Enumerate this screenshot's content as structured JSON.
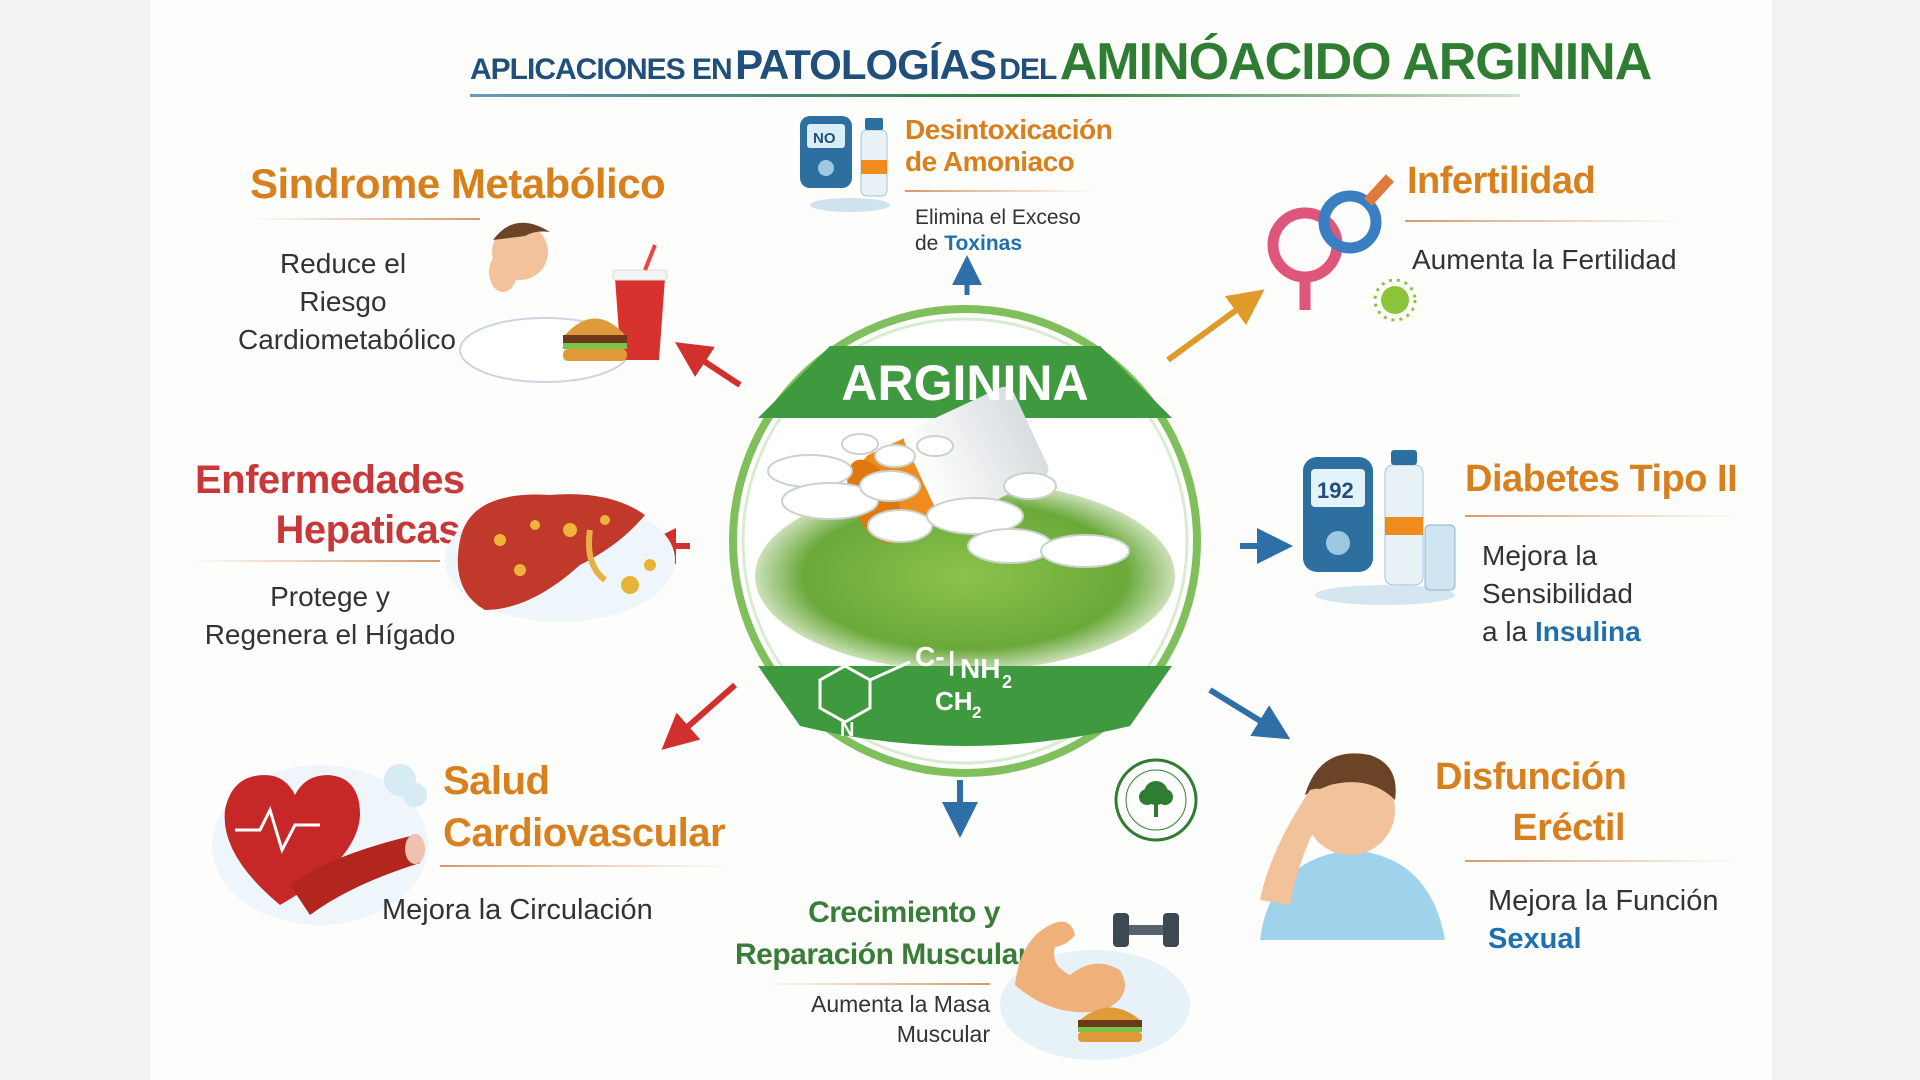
{
  "title": {
    "part1": "APLICACIONES EN",
    "part2": "PATOLOGÍAS",
    "part3": "DEL",
    "part4": "AMINÓACIDO ARGININA"
  },
  "center": {
    "label": "ARGININA",
    "formula": {
      "group": "C-",
      "bond": "|",
      "amine": "NH",
      "amine_sub": "2",
      "chain": "CH",
      "chain_sub": "2",
      "ring_atom": "N"
    }
  },
  "panels": {
    "detox": {
      "title_line1": "Desintoxicación",
      "title_line2": "de Amoniaco",
      "desc_line1": "Elimina el Exceso",
      "desc_line2_prefix": "de",
      "desc_line2_highlight": "Toxinas",
      "device_label": "NO"
    },
    "infertility": {
      "title": "Infertilidad",
      "desc": "Aumenta la Fertilidad"
    },
    "metabolic": {
      "title": "Sindrome Metabólico",
      "desc_line1": "Reduce el",
      "desc_line2": "Riesgo",
      "desc_line3": "Cardiometabólico"
    },
    "liver": {
      "title_line1": "Enfermedades",
      "title_line2": "Hepaticas",
      "desc_line1": "Protege y",
      "desc_line2": "Regenera el Hígado"
    },
    "diabetes": {
      "title": "Diabetes Tipo II",
      "desc_line1": "Mejora la",
      "desc_line2": "Sensibilidad",
      "desc_line3_prefix": "a la",
      "desc_line3_highlight": "Insulina",
      "meter_value": "192"
    },
    "cardio": {
      "title_line1": "Salud",
      "title_line2": "Cardiovascular",
      "desc": "Mejora la Circulación"
    },
    "muscle": {
      "title_line1": "Crecimiento y",
      "title_line2": "Reparación Muscular",
      "desc_line1": "Aumenta la Masa",
      "desc_line2": "Muscular"
    },
    "erectile": {
      "title_line1": "Disfunción",
      "title_line2": "Eréctil",
      "desc_line1": "Mejora la Función",
      "desc_line2": "Sexual"
    }
  },
  "colors": {
    "title_blue": "#1f4f7a",
    "title_green": "#2f7d32",
    "panel_orange": "#d7801d",
    "panel_red": "#c8373a",
    "panel_green": "#3a7d3a",
    "highlight_blue": "#2070b0",
    "arrow_red": "#d2302e",
    "arrow_orange": "#e09a2a",
    "arrow_blue": "#2e6fa8"
  },
  "icons": [
    "glucose-meter-icon",
    "water-bottle-icon",
    "gender-symbols-icon",
    "virus-icon",
    "tired-person-icon",
    "burger-icon",
    "soda-cup-icon",
    "liver-icon",
    "heart-icon",
    "artery-icon",
    "muscle-arm-icon",
    "dumbbell-icon",
    "pill-bottle-icon",
    "tablets-icon",
    "pyridine-ring-icon",
    "stressed-man-icon",
    "tree-logo-icon"
  ]
}
